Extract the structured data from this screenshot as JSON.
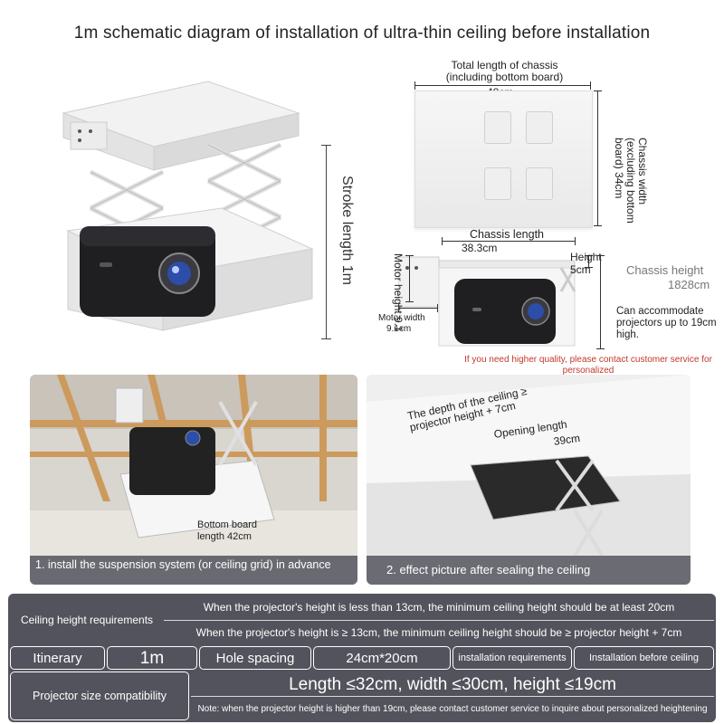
{
  "title": "1m schematic diagram of installation of ultra-thin ceiling before installation",
  "stroke_length": "Stroke length 1m",
  "chassis_total_length": "Total length of chassis\n(including bottom board)",
  "chassis_total_length_value": "48cm",
  "chassis_width": "Chassis width (excluding bottom board) 34cm",
  "chassis_length": "Chassis length",
  "chassis_length_value": "38.3cm",
  "motor_height": "Motor height 9.1",
  "height_label": "Height",
  "height_value": "5cm",
  "chassis_height": "Chassis height",
  "chassis_height_value": "1828cm",
  "motor_width": "Motor width",
  "motor_width_value": "9.1cm",
  "accommodate": "Can accommodate projectors up to 19cm high.",
  "higher_quality_note": "If you need higher quality, please contact customer service for personalized",
  "ceiling_depth": "The depth of the ceiling ≥ projector height + 7cm",
  "opening_length": "Opening length",
  "opening_length_value": "39cm",
  "bottom_board": "Bottom board length 42cm",
  "caption_1": "1.  install the suspension system (or ceiling grid) in advance",
  "caption_2": "2. effect picture after sealing the ceiling",
  "table": {
    "ceiling_req_label": "Ceiling height requirements",
    "ceiling_req_1": "When the projector's height is less than 13cm, the minimum ceiling height should be at least 20cm",
    "ceiling_req_2": "When the projector's height is ≥ 13cm, the minimum ceiling height should be ≥ projector height + 7cm",
    "itinerary_label": "Itinerary",
    "itinerary_value": "1m",
    "hole_spacing_label": "Hole spacing",
    "hole_spacing_value": "24cm*20cm",
    "install_req_label": "installation requirements",
    "install_req_value": "Installation before ceiling",
    "size_compat_label": "Projector size compatibility",
    "size_compat_value": "Length ≤32cm, width ≤30cm, height ≤19cm",
    "size_compat_note": "Note: when the projector height is higher than 19cm, please contact customer service to inquire about personalized heightening"
  }
}
